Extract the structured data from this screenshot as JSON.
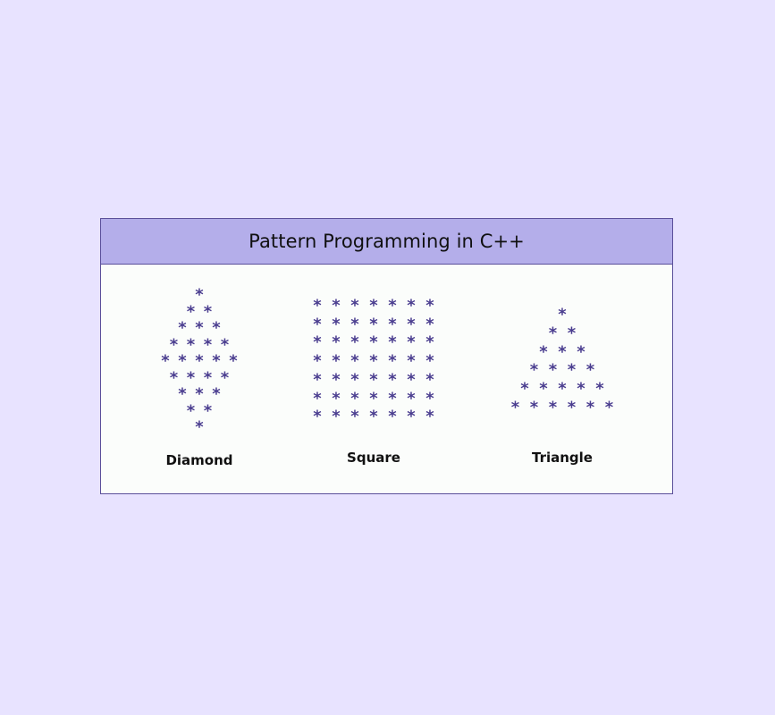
{
  "title": "Pattern Programming in C++",
  "star_glyph": "*",
  "accent_color": "#4a3d8f",
  "header_color": "#b4aeea",
  "background_color": "#e8e3ff",
  "patterns": [
    {
      "label": "Diamond",
      "rows": [
        1,
        2,
        3,
        4,
        5,
        4,
        3,
        2,
        1
      ]
    },
    {
      "label": "Square",
      "rows": [
        7,
        7,
        7,
        7,
        7,
        7,
        7
      ]
    },
    {
      "label": "Triangle",
      "rows": [
        1,
        2,
        3,
        4,
        5,
        6
      ]
    }
  ]
}
